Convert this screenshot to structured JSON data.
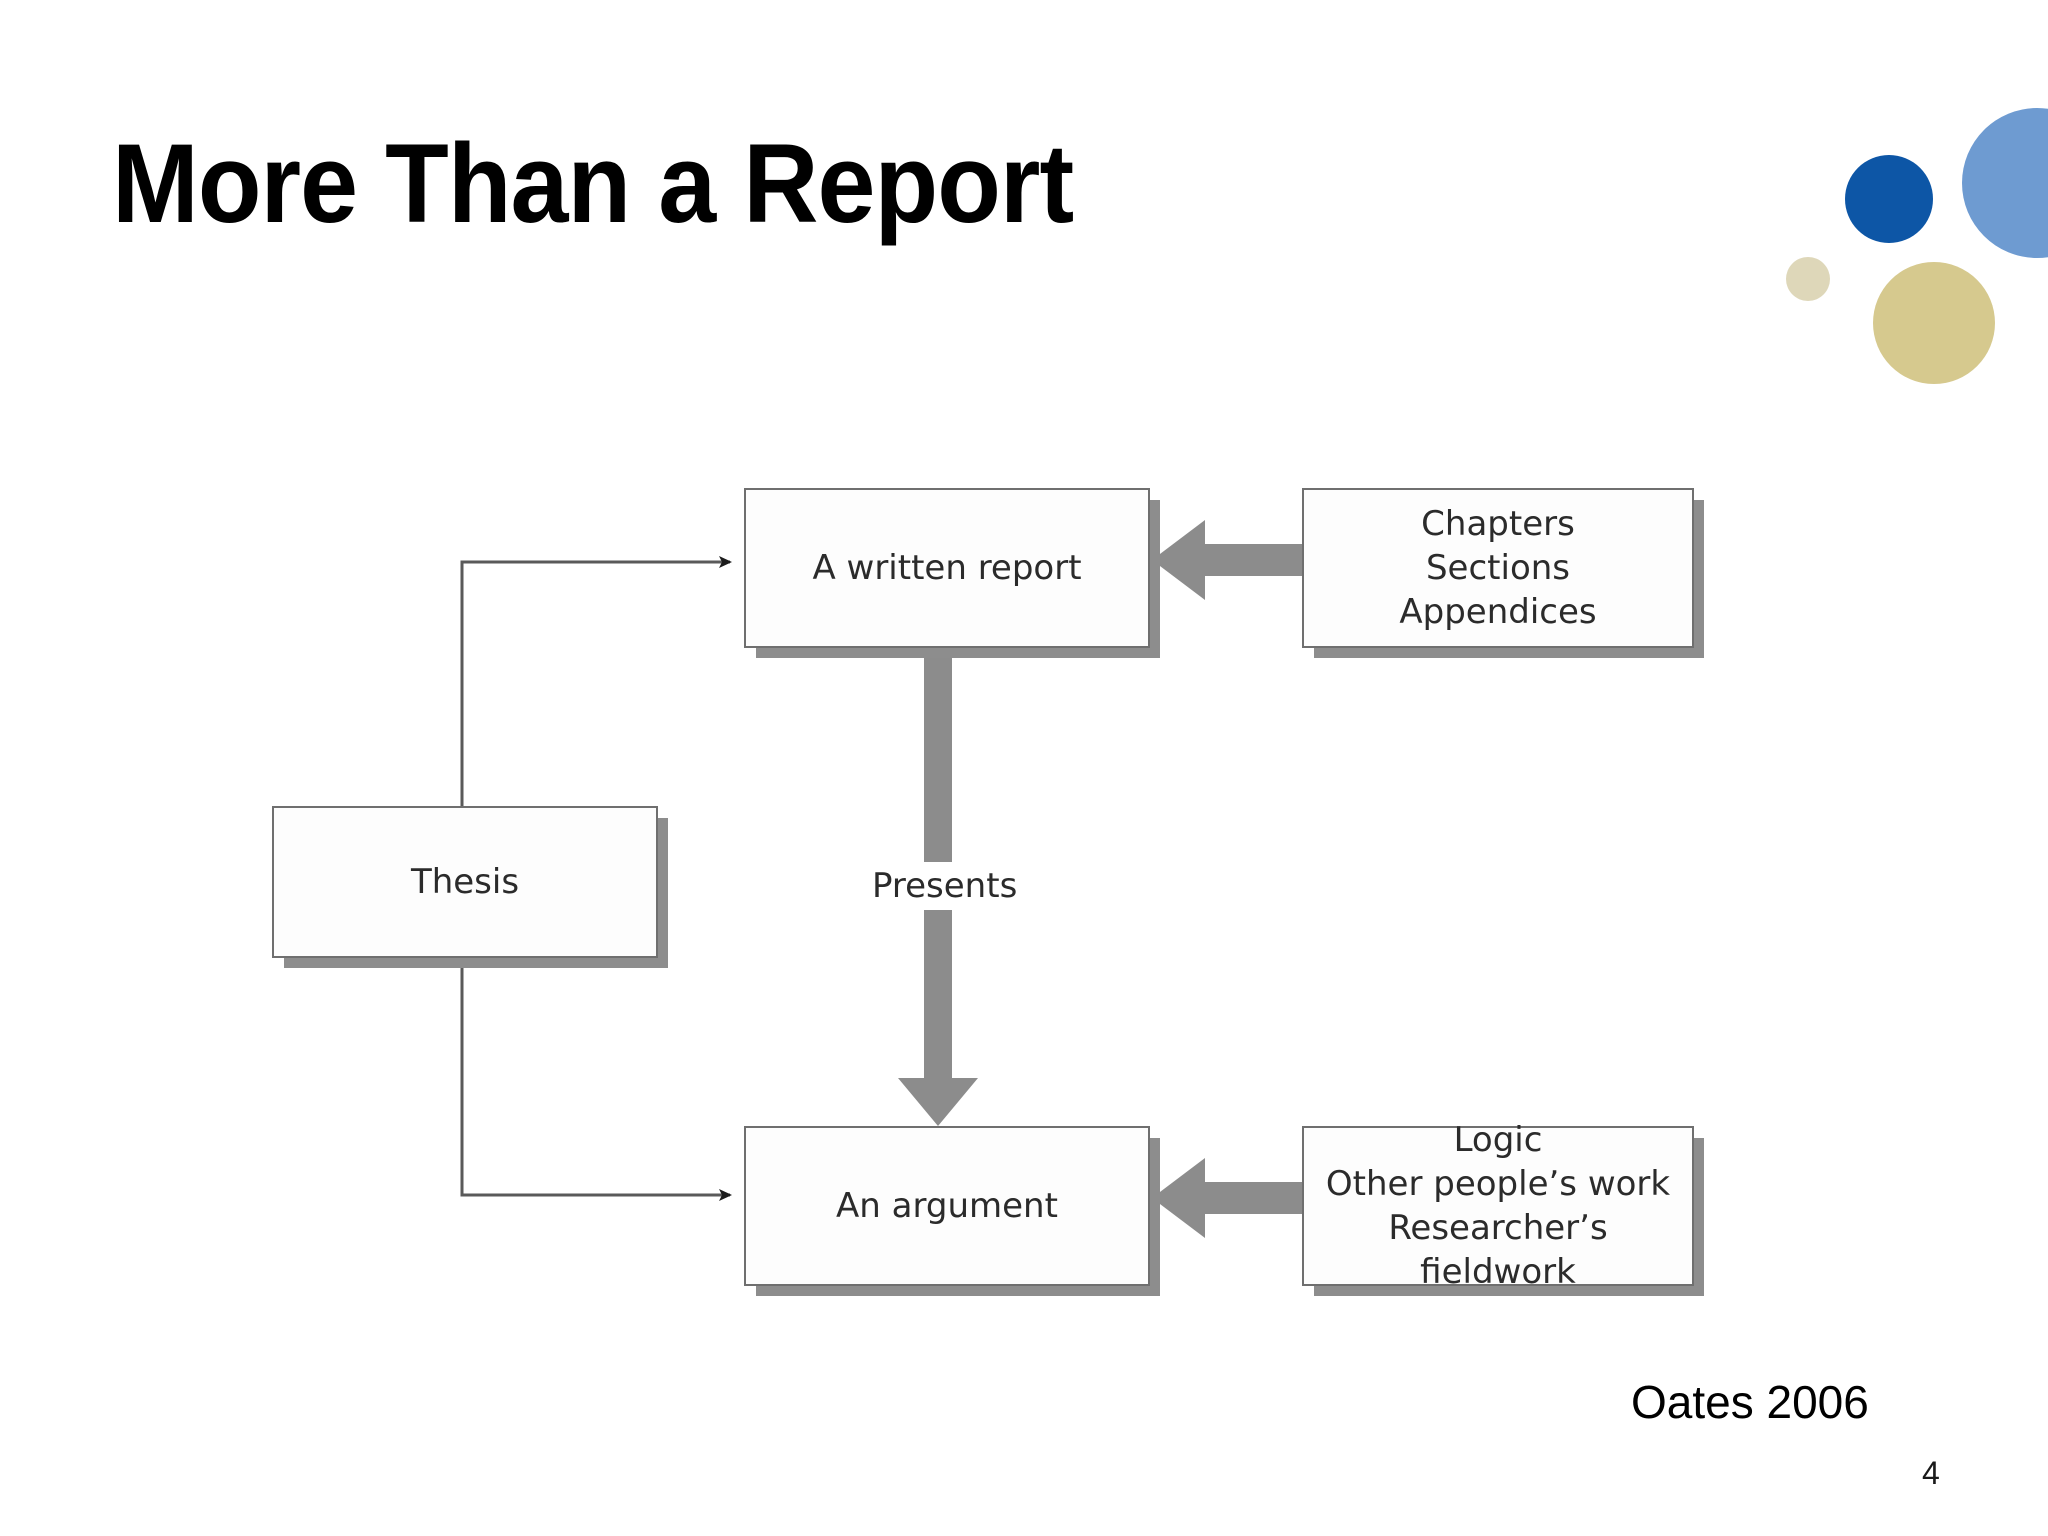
{
  "slide": {
    "title": "More Than a Report",
    "citation": "Oates 2006",
    "page_number": "4",
    "background_color": "#ffffff",
    "title_color": "#000000"
  },
  "decoration": {
    "circles": [
      {
        "name": "blue-dark",
        "color": "#0d56a6"
      },
      {
        "name": "blue-light",
        "color": "#6e9bd1"
      },
      {
        "name": "tan-small",
        "color": "#ded7b9"
      },
      {
        "name": "tan-large",
        "color": "#d6c98e"
      }
    ]
  },
  "diagram": {
    "type": "flowchart",
    "box_border_color": "#6f6f6f",
    "box_shadow_color": "#8d8d8d",
    "thick_arrow_color": "#8c8c8c",
    "thin_arrow_color": "#5a5a5a",
    "nodes": {
      "written_report": {
        "label": "A written report"
      },
      "chapters": {
        "line1": "Chapters",
        "line2": "Sections",
        "line3": "Appendices"
      },
      "thesis": {
        "label": "Thesis"
      },
      "argument": {
        "label": "An argument"
      },
      "logic": {
        "line1": "Logic",
        "line2": "Other people’s work",
        "line3": "Researcher’s fieldwork"
      }
    },
    "edges": {
      "presents_label": "Presents",
      "list": [
        {
          "from": "thesis",
          "to": "written_report",
          "label": "",
          "style": "thin"
        },
        {
          "from": "thesis",
          "to": "argument",
          "label": "",
          "style": "thin"
        },
        {
          "from": "written_report",
          "to": "argument",
          "label": "Presents",
          "style": "thick"
        },
        {
          "from": "chapters",
          "to": "written_report",
          "label": "",
          "style": "thick"
        },
        {
          "from": "logic",
          "to": "argument",
          "label": "",
          "style": "thick"
        }
      ]
    }
  }
}
